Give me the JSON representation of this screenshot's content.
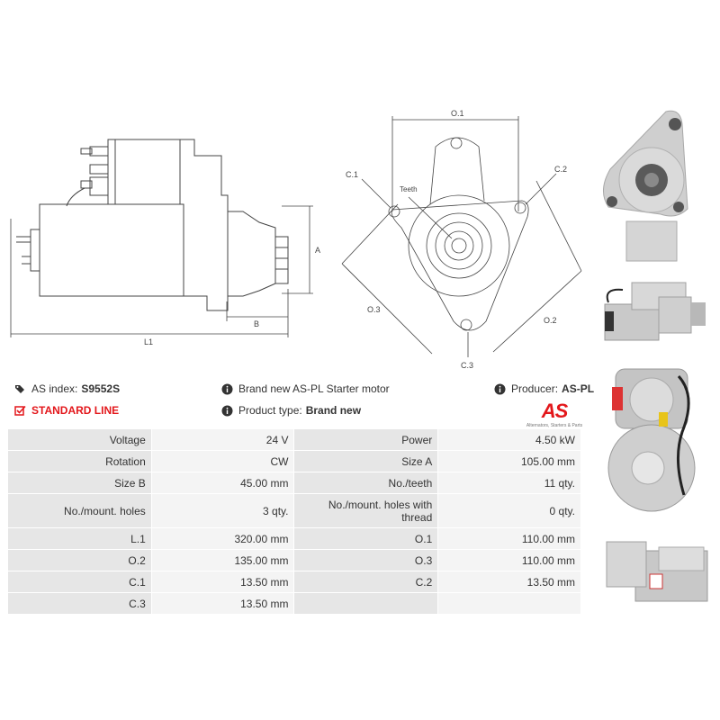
{
  "diagram_labels": {
    "a": "A",
    "b": "B",
    "l1": "L1",
    "o1": "O.1",
    "o2": "O.2",
    "o3": "O.3",
    "c1": "C.1",
    "c2": "C.2",
    "c3": "C.3",
    "teeth": "Teeth"
  },
  "info": {
    "as_index_label": "AS index:",
    "as_index_value": "S9552S",
    "standard_line": "STANDARD LINE",
    "description": "Brand new AS-PL Starter motor",
    "product_type_label": "Product type:",
    "product_type_value": "Brand new",
    "producer_label": "Producer:",
    "producer_value": "AS-PL"
  },
  "logo": {
    "mark": "AS",
    "tagline": "Alternators, Starters & Parts"
  },
  "specs": [
    [
      "Voltage",
      "24 V",
      "Power",
      "4.50 kW"
    ],
    [
      "Rotation",
      "CW",
      "Size A",
      "105.00 mm"
    ],
    [
      "Size B",
      "45.00 mm",
      "No./teeth",
      "11 qty."
    ],
    [
      "No./mount. holes",
      "3 qty.",
      "No./mount. holes with thread",
      "0 qty."
    ],
    [
      "L.1",
      "320.00 mm",
      "O.1",
      "110.00 mm"
    ],
    [
      "O.2",
      "135.00 mm",
      "O.3",
      "110.00 mm"
    ],
    [
      "C.1",
      "13.50 mm",
      "C.2",
      "13.50 mm"
    ],
    [
      "C.3",
      "13.50 mm",
      "",
      ""
    ]
  ],
  "colors": {
    "brand_red": "#e3171b",
    "label_bg": "#e6e6e6",
    "value_bg": "#f4f4f4"
  }
}
